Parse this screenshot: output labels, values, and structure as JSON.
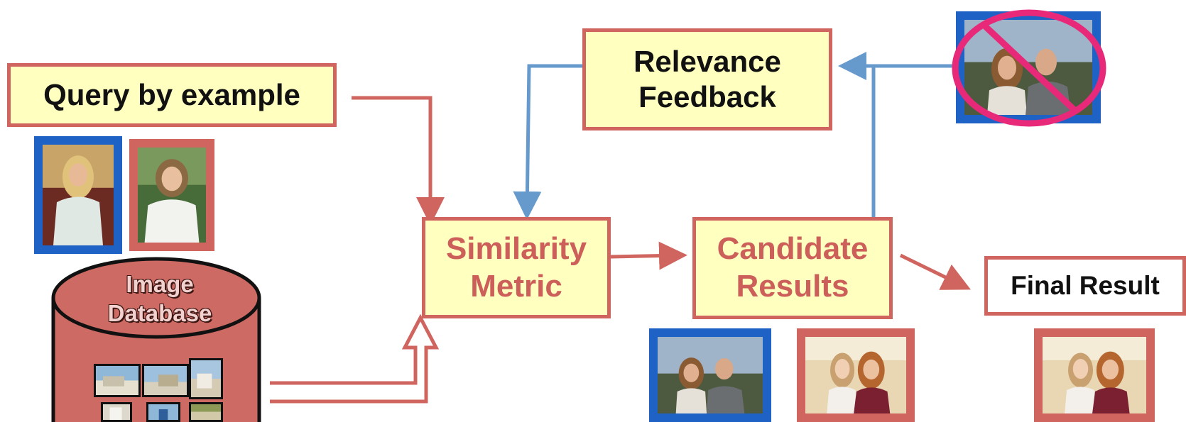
{
  "diagram": {
    "query_box": "Query by example",
    "relevance_box": {
      "line1": "Relevance",
      "line2": "Feedback"
    },
    "similarity_box": {
      "line1": "Similarity",
      "line2": "Metric"
    },
    "candidate_box": {
      "line1": "Candidate",
      "line2": "Results"
    },
    "final_box": "Final Result",
    "database": {
      "line1": "Image",
      "line2": "Database"
    }
  },
  "colors": {
    "box_fill": "#ffffbf",
    "red_border": "#d0645e",
    "blue_border": "#1f62c6",
    "feedback_arrow": "#6699cc",
    "reject_mark": "#e8297a"
  },
  "icons": {
    "reject": "crossed-circle-icon"
  }
}
